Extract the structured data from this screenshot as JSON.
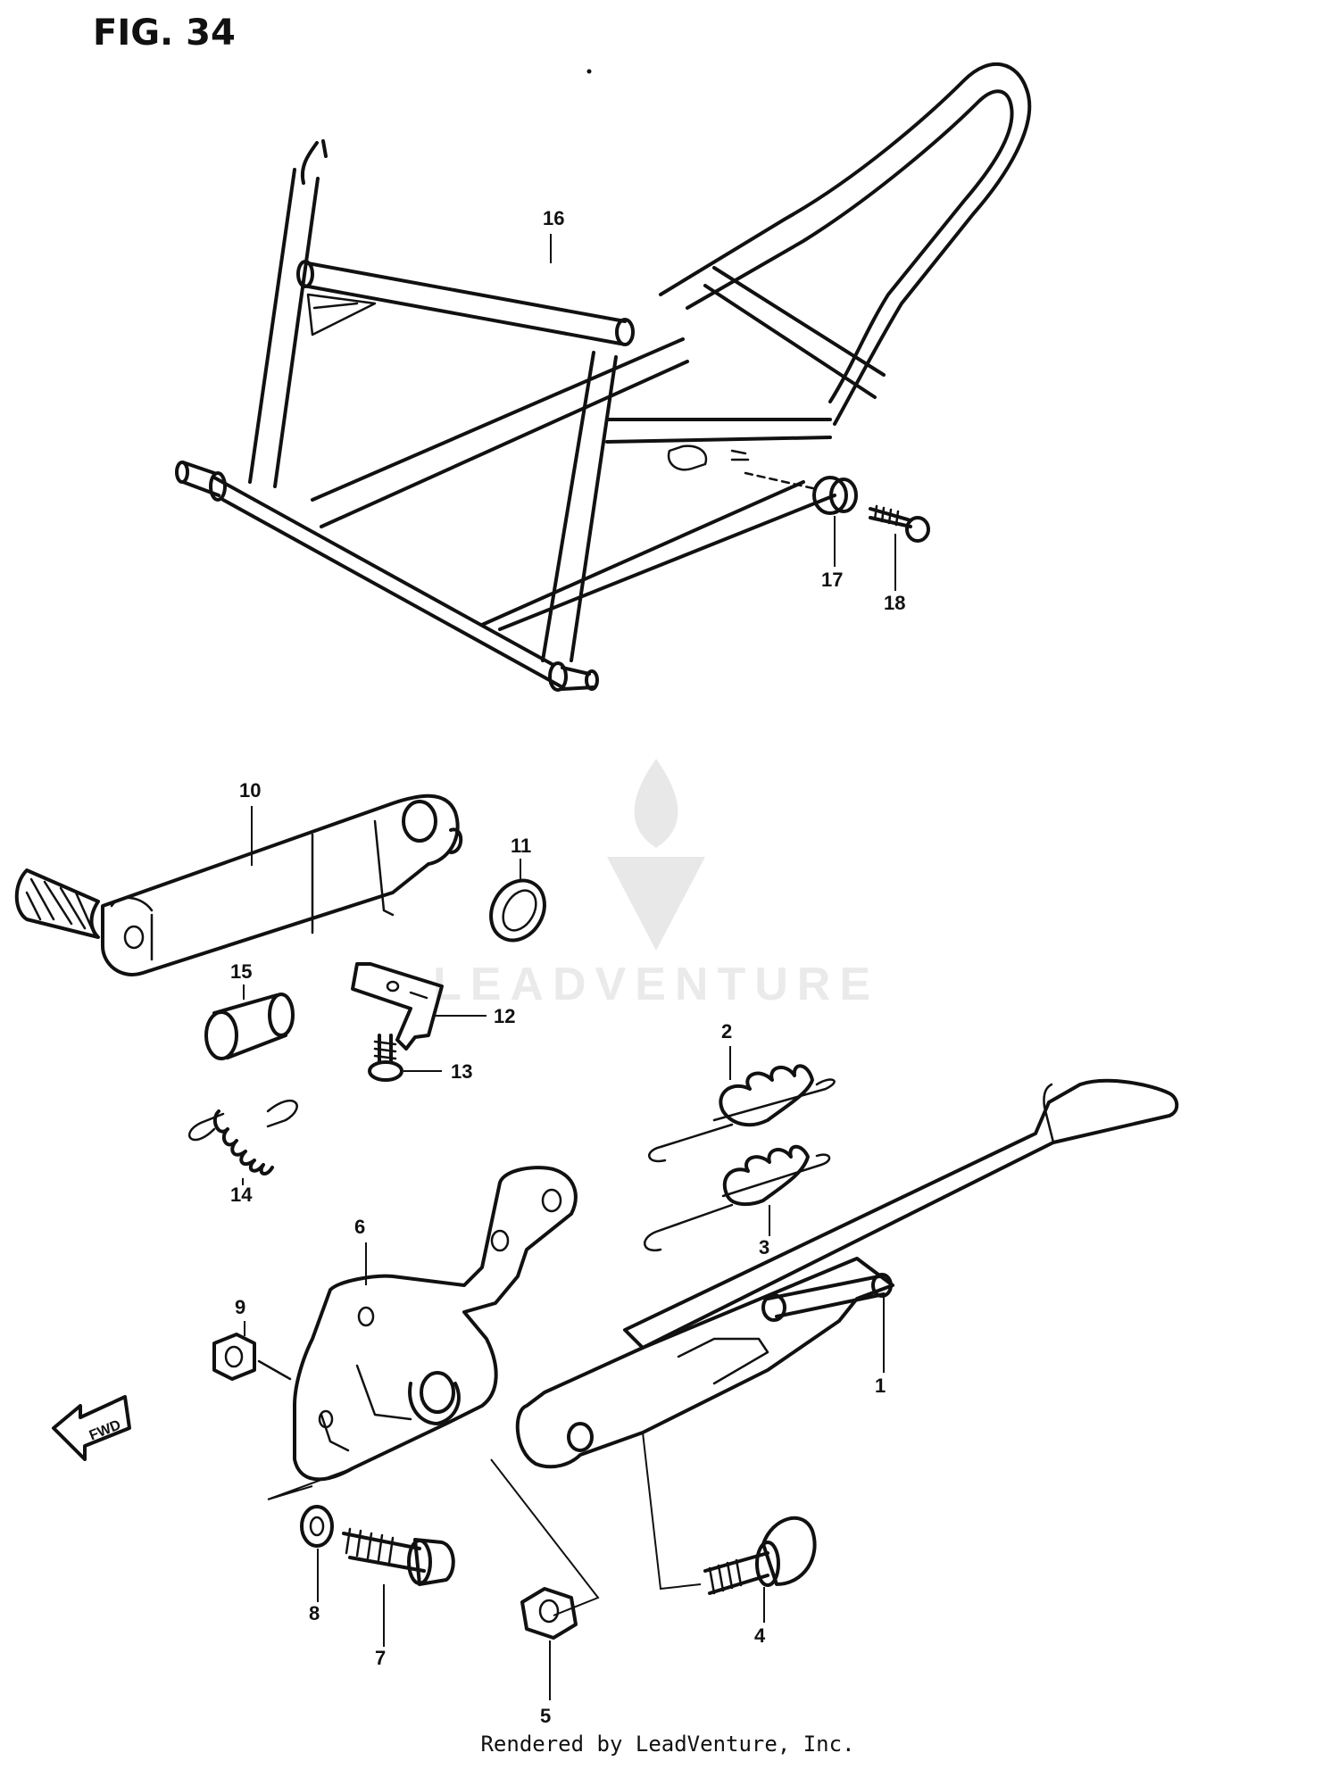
{
  "figure": {
    "title": "FIG. 34",
    "footer": "Rendered by LeadVenture, Inc.",
    "watermark": "LEADVENTURE",
    "fwd_arrow": "FWD"
  },
  "callouts": [
    "1",
    "2",
    "3",
    "4",
    "5",
    "6",
    "7",
    "8",
    "9",
    "10",
    "11",
    "12",
    "13",
    "14",
    "15",
    "16",
    "17",
    "18"
  ],
  "parts": [
    {
      "ref": "16",
      "shape": "main-stand-frame"
    },
    {
      "ref": "17",
      "shape": "bushing"
    },
    {
      "ref": "18",
      "shape": "bolt"
    },
    {
      "ref": "10",
      "shape": "stand-pedal"
    },
    {
      "ref": "11",
      "shape": "washer"
    },
    {
      "ref": "12",
      "shape": "bracket"
    },
    {
      "ref": "13",
      "shape": "screw"
    },
    {
      "ref": "15",
      "shape": "spacer"
    },
    {
      "ref": "14",
      "shape": "spring"
    },
    {
      "ref": "2",
      "shape": "spring"
    },
    {
      "ref": "3",
      "shape": "spring"
    },
    {
      "ref": "1",
      "shape": "side-stand"
    },
    {
      "ref": "6",
      "shape": "stand-bracket"
    },
    {
      "ref": "9",
      "shape": "nut"
    },
    {
      "ref": "8",
      "shape": "washer"
    },
    {
      "ref": "7",
      "shape": "bolt"
    },
    {
      "ref": "5",
      "shape": "nut"
    },
    {
      "ref": "4",
      "shape": "bolt"
    }
  ],
  "colors": {
    "ink": "#111111",
    "watermark": "#e6e6e6",
    "background": "#ffffff"
  }
}
